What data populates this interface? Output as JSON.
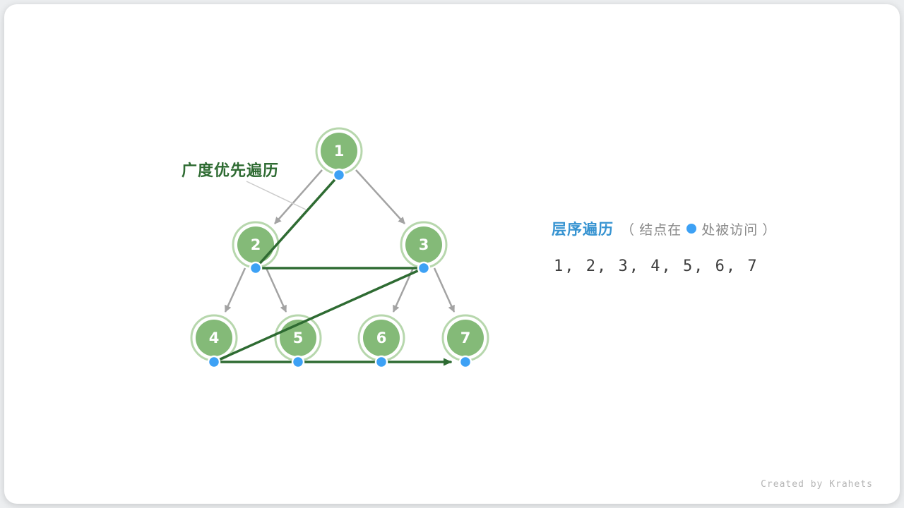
{
  "card": {
    "watermark": "Created by Krahets"
  },
  "bfs": {
    "label": "广度优先遍历"
  },
  "legend": {
    "title": "层序遍历",
    "note_prefix": "（ 结点在",
    "note_suffix": "处被访问 ）",
    "sequence": "1, 2, 3, 4, 5, 6, 7"
  },
  "tree": {
    "nodes": [
      {
        "value": "1"
      },
      {
        "value": "2"
      },
      {
        "value": "3"
      },
      {
        "value": "4"
      },
      {
        "value": "5"
      },
      {
        "value": "6"
      },
      {
        "value": "7"
      }
    ],
    "edges": [
      [
        1,
        2
      ],
      [
        1,
        3
      ],
      [
        2,
        4
      ],
      [
        2,
        5
      ],
      [
        3,
        6
      ],
      [
        3,
        7
      ]
    ],
    "visit_order": [
      1,
      2,
      3,
      4,
      5,
      6,
      7
    ]
  },
  "colors": {
    "node_fill": "#84ba78",
    "node_ring": "#b7d7ad",
    "edge_gray": "#a3a3a3",
    "path_green": "#2e6b32",
    "dot_blue": "#3da1f5",
    "legend_blue": "#3693d1",
    "note_gray": "#8a8a8a",
    "sequence_dark": "#3d3d3d",
    "watermark_gray": "#b5b5b5",
    "card_bg": "#ffffff",
    "page_bg": "#eceef0"
  }
}
